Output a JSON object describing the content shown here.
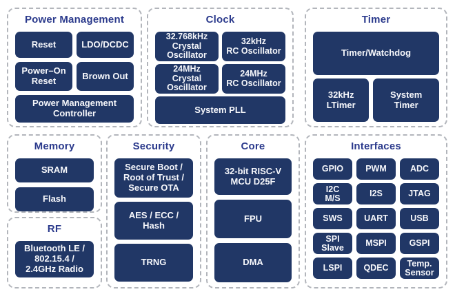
{
  "colors": {
    "background": "#ffffff",
    "block_bg": "#213766",
    "block_text": "#f6f7fb",
    "section_title": "#2b3a8c",
    "section_border": "#b2b5bb"
  },
  "sections": {
    "power": {
      "title": "Power Management",
      "blocks": [
        "Reset",
        "LDO/DCDC",
        "Power–On\nReset",
        "Brown Out",
        "Power Management\nController"
      ]
    },
    "clock": {
      "title": "Clock",
      "blocks": [
        "32.768kHz\nCrystal\nOscillator",
        "32kHz\nRC Oscillator",
        "24MHz\nCrystal\nOscillator",
        "24MHz\nRC Oscillator",
        "System PLL"
      ]
    },
    "timer": {
      "title": "Timer",
      "blocks": [
        "Timer/Watchdog",
        "32kHz\nLTimer",
        "System\nTimer"
      ]
    },
    "memory": {
      "title": "Memory",
      "blocks": [
        "SRAM",
        "Flash"
      ]
    },
    "rf": {
      "title": "RF",
      "blocks": [
        "Bluetooth LE /\n802.15.4 /\n2.4GHz Radio"
      ]
    },
    "security": {
      "title": "Security",
      "blocks": [
        "Secure Boot /\nRoot of Trust /\nSecure OTA",
        "AES / ECC /\nHash",
        "TRNG"
      ]
    },
    "core": {
      "title": "Core",
      "blocks": [
        "32-bit RISC-V\nMCU D25F",
        "FPU",
        "DMA"
      ]
    },
    "interfaces": {
      "title": "Interfaces",
      "blocks": [
        "GPIO",
        "PWM",
        "ADC",
        "I2C\nM/S",
        "I2S",
        "JTAG",
        "SWS",
        "UART",
        "USB",
        "SPI\nSlave",
        "MSPI",
        "GSPI",
        "LSPI",
        "QDEC",
        "Temp.\nSensor"
      ]
    }
  }
}
